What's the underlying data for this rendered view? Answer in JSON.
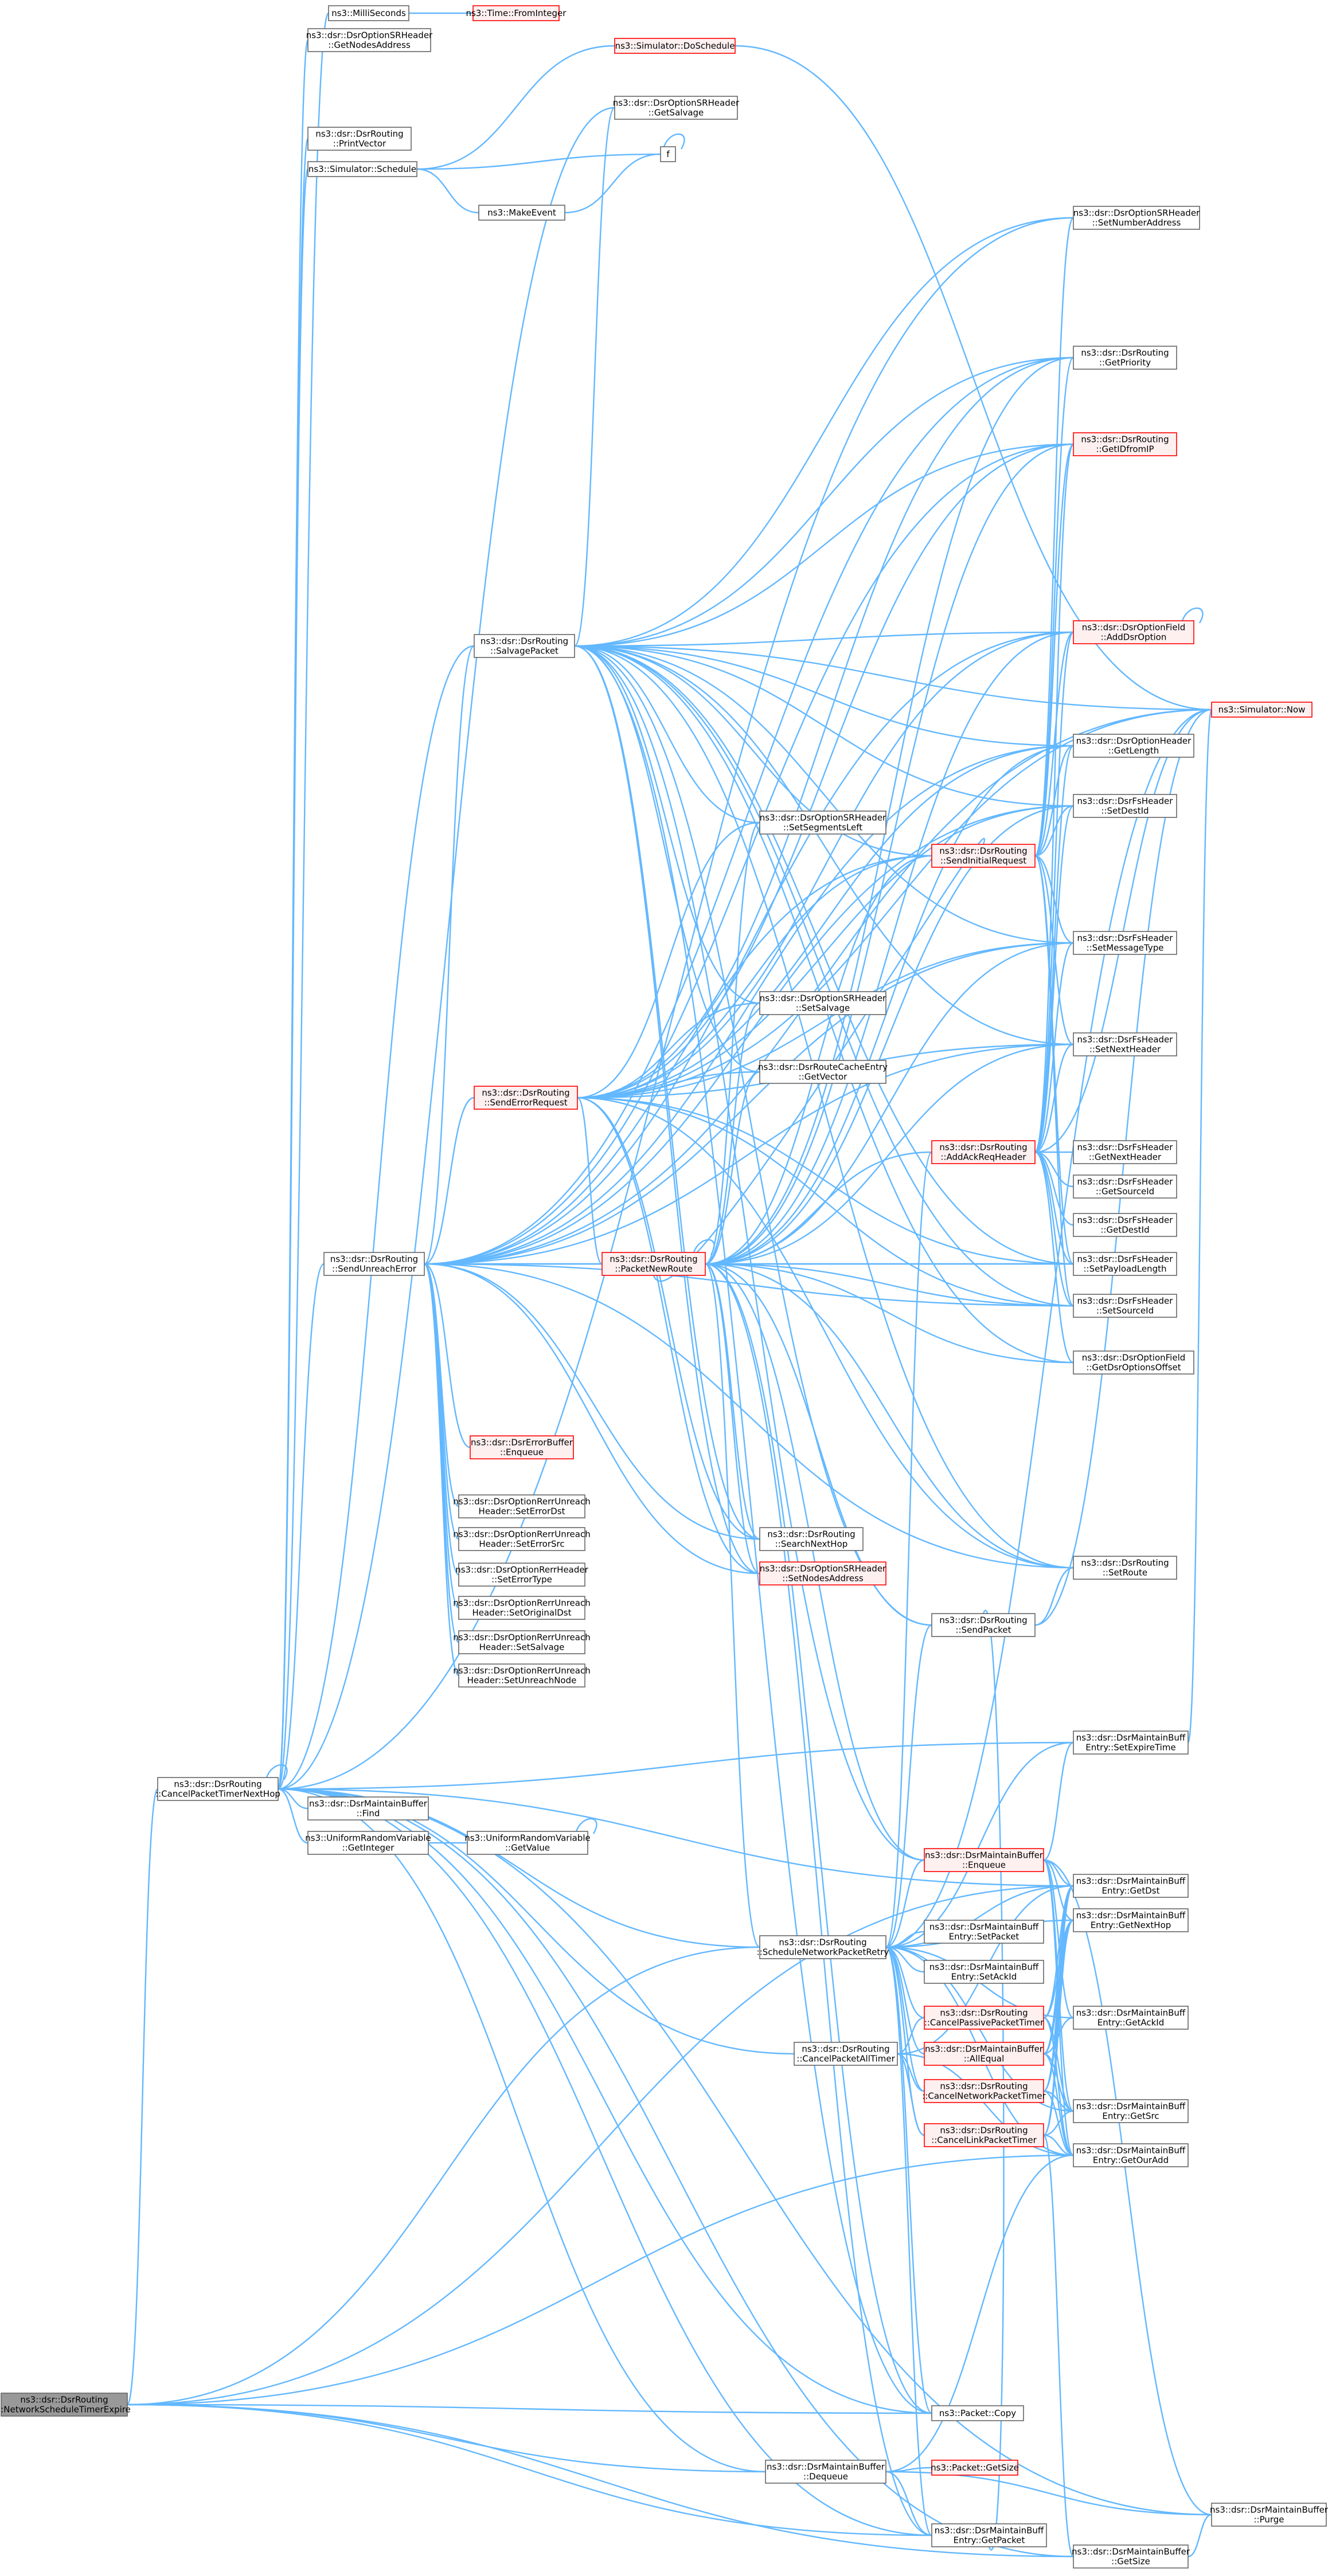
{
  "colors": {
    "edge": "#63B8FF",
    "node_border": "#666666",
    "node_red_border": "#ff0000",
    "node_red_fill": "#fff0f0",
    "focus_fill": "#999999"
  },
  "nodes": [
    {
      "id": "focus",
      "lines": [
        "ns3::dsr::DsrRouting",
        "::NetworkScheduleTimerExpire"
      ],
      "style": "focus"
    },
    {
      "id": "cancelNext",
      "lines": [
        "ns3::dsr::DsrRouting",
        "::CancelPacketTimerNextHop"
      ],
      "style": "default"
    },
    {
      "id": "milli",
      "lines": [
        "ns3::MilliSeconds"
      ],
      "style": "default"
    },
    {
      "id": "fromInt",
      "lines": [
        "ns3::Time::FromInteger"
      ],
      "style": "red"
    },
    {
      "id": "getNodesAddr",
      "lines": [
        "ns3::dsr::DsrOptionSRHeader",
        "::GetNodesAddress"
      ],
      "style": "default"
    },
    {
      "id": "doSchedule",
      "lines": [
        "ns3::Simulator::DoSchedule"
      ],
      "style": "red"
    },
    {
      "id": "getSalvage",
      "lines": [
        "ns3::dsr::DsrOptionSRHeader",
        "::GetSalvage"
      ],
      "style": "default"
    },
    {
      "id": "printVector",
      "lines": [
        "ns3::dsr::DsrRouting",
        "::PrintVector"
      ],
      "style": "default"
    },
    {
      "id": "schedule",
      "lines": [
        "ns3::Simulator::Schedule"
      ],
      "style": "default"
    },
    {
      "id": "f",
      "lines": [
        "f"
      ],
      "style": "default"
    },
    {
      "id": "makeEvent",
      "lines": [
        "ns3::MakeEvent"
      ],
      "style": "default"
    },
    {
      "id": "setNumAddr",
      "lines": [
        "ns3::dsr::DsrOptionSRHeader",
        "::SetNumberAddress"
      ],
      "style": "default"
    },
    {
      "id": "getPriority",
      "lines": [
        "ns3::dsr::DsrRouting",
        "::GetPriority"
      ],
      "style": "default"
    },
    {
      "id": "getIDfromIP",
      "lines": [
        "ns3::dsr::DsrRouting",
        "::GetIDfromIP"
      ],
      "style": "red"
    },
    {
      "id": "salvagePacket",
      "lines": [
        "ns3::dsr::DsrRouting",
        "::SalvagePacket"
      ],
      "style": "default"
    },
    {
      "id": "addDsrOption",
      "lines": [
        "ns3::dsr::DsrOptionField",
        "::AddDsrOption"
      ],
      "style": "red"
    },
    {
      "id": "now",
      "lines": [
        "ns3::Simulator::Now"
      ],
      "style": "red"
    },
    {
      "id": "getLength",
      "lines": [
        "ns3::dsr::DsrOptionHeader",
        "::GetLength"
      ],
      "style": "default"
    },
    {
      "id": "setDestId",
      "lines": [
        "ns3::dsr::DsrFsHeader",
        "::SetDestId"
      ],
      "style": "default"
    },
    {
      "id": "setSegLeft",
      "lines": [
        "ns3::dsr::DsrOptionSRHeader",
        "::SetSegmentsLeft"
      ],
      "style": "default"
    },
    {
      "id": "sendInitReq",
      "lines": [
        "ns3::dsr::DsrRouting",
        "::SendInitialRequest"
      ],
      "style": "red"
    },
    {
      "id": "setMsgType",
      "lines": [
        "ns3::dsr::DsrFsHeader",
        "::SetMessageType"
      ],
      "style": "default"
    },
    {
      "id": "setSalvage",
      "lines": [
        "ns3::dsr::DsrOptionSRHeader",
        "::SetSalvage"
      ],
      "style": "default"
    },
    {
      "id": "setNextHeader",
      "lines": [
        "ns3::dsr::DsrFsHeader",
        "::SetNextHeader"
      ],
      "style": "default"
    },
    {
      "id": "sendErrReq",
      "lines": [
        "ns3::dsr::DsrRouting",
        "::SendErrorRequest"
      ],
      "style": "red"
    },
    {
      "id": "getVector",
      "lines": [
        "ns3::dsr::DsrRouteCacheEntry",
        "::GetVector"
      ],
      "style": "default"
    },
    {
      "id": "addAckReq",
      "lines": [
        "ns3::dsr::DsrRouting",
        "::AddAckReqHeader"
      ],
      "style": "red"
    },
    {
      "id": "getNextHeader",
      "lines": [
        "ns3::dsr::DsrFsHeader",
        "::GetNextHeader"
      ],
      "style": "default"
    },
    {
      "id": "getSourceId",
      "lines": [
        "ns3::dsr::DsrFsHeader",
        "::GetSourceId"
      ],
      "style": "default"
    },
    {
      "id": "getDestId",
      "lines": [
        "ns3::dsr::DsrFsHeader",
        "::GetDestId"
      ],
      "style": "default"
    },
    {
      "id": "packetNewRoute",
      "lines": [
        "ns3::dsr::DsrRouting",
        "::PacketNewRoute"
      ],
      "style": "red"
    },
    {
      "id": "setPayload",
      "lines": [
        "ns3::dsr::DsrFsHeader",
        "::SetPayloadLength"
      ],
      "style": "default"
    },
    {
      "id": "sendUnreach",
      "lines": [
        "ns3::dsr::DsrRouting",
        "::SendUnreachError"
      ],
      "style": "default"
    },
    {
      "id": "setSourceId",
      "lines": [
        "ns3::dsr::DsrFsHeader",
        "::SetSourceId"
      ],
      "style": "default"
    },
    {
      "id": "getOptOffset",
      "lines": [
        "ns3::dsr::DsrOptionField",
        "::GetDsrOptionsOffset"
      ],
      "style": "default"
    },
    {
      "id": "errBufEnq",
      "lines": [
        "ns3::dsr::DsrErrorBuffer",
        "::Enqueue"
      ],
      "style": "red"
    },
    {
      "id": "setErrorDst",
      "lines": [
        "ns3::dsr::DsrOptionRerrUnreach",
        "Header::SetErrorDst"
      ],
      "style": "default"
    },
    {
      "id": "setErrorSrc",
      "lines": [
        "ns3::dsr::DsrOptionRerrUnreach",
        "Header::SetErrorSrc"
      ],
      "style": "default"
    },
    {
      "id": "searchNextHop",
      "lines": [
        "ns3::dsr::DsrRouting",
        "::SearchNextHop"
      ],
      "style": "default"
    },
    {
      "id": "setErrorType",
      "lines": [
        "ns3::dsr::DsrOptionRerrHeader",
        "::SetErrorType"
      ],
      "style": "default"
    },
    {
      "id": "setNodesAddr",
      "lines": [
        "ns3::dsr::DsrOptionSRHeader",
        "::SetNodesAddress"
      ],
      "style": "red"
    },
    {
      "id": "setRoute",
      "lines": [
        "ns3::dsr::DsrRouting",
        "::SetRoute"
      ],
      "style": "default"
    },
    {
      "id": "setOrigDst",
      "lines": [
        "ns3::dsr::DsrOptionRerrUnreach",
        "Header::SetOriginalDst"
      ],
      "style": "default"
    },
    {
      "id": "sendPacket",
      "lines": [
        "ns3::dsr::DsrRouting",
        "::SendPacket"
      ],
      "style": "default"
    },
    {
      "id": "rerrSetSalvage",
      "lines": [
        "ns3::dsr::DsrOptionRerrUnreach",
        "Header::SetSalvage"
      ],
      "style": "default"
    },
    {
      "id": "setUnreachNode",
      "lines": [
        "ns3::dsr::DsrOptionRerrUnreach",
        "Header::SetUnreachNode"
      ],
      "style": "default"
    },
    {
      "id": "setExpire",
      "lines": [
        "ns3::dsr::DsrMaintainBuff",
        "Entry::SetExpireTime"
      ],
      "style": "default"
    },
    {
      "id": "mbFind",
      "lines": [
        "ns3::dsr::DsrMaintainBuffer",
        "::Find"
      ],
      "style": "default"
    },
    {
      "id": "getInteger",
      "lines": [
        "ns3::UniformRandomVariable",
        "::GetInteger"
      ],
      "style": "default"
    },
    {
      "id": "getValue",
      "lines": [
        "ns3::UniformRandomVariable",
        "::GetValue"
      ],
      "style": "default"
    },
    {
      "id": "mbEnqueue",
      "lines": [
        "ns3::dsr::DsrMaintainBuffer",
        "::Enqueue"
      ],
      "style": "red"
    },
    {
      "id": "getDst",
      "lines": [
        "ns3::dsr::DsrMaintainBuff",
        "Entry::GetDst"
      ],
      "style": "default"
    },
    {
      "id": "getNextHop",
      "lines": [
        "ns3::dsr::DsrMaintainBuff",
        "Entry::GetNextHop"
      ],
      "style": "default"
    },
    {
      "id": "schedNetRetry",
      "lines": [
        "ns3::dsr::DsrRouting",
        "::ScheduleNetworkPacketRetry"
      ],
      "style": "default"
    },
    {
      "id": "setPacket",
      "lines": [
        "ns3::dsr::DsrMaintainBuff",
        "Entry::SetPacket"
      ],
      "style": "default"
    },
    {
      "id": "setAckId",
      "lines": [
        "ns3::dsr::DsrMaintainBuff",
        "Entry::SetAckId"
      ],
      "style": "default"
    },
    {
      "id": "cancelPassive",
      "lines": [
        "ns3::dsr::DsrRouting",
        "::CancelPassivePacketTimer"
      ],
      "style": "red"
    },
    {
      "id": "getAckId",
      "lines": [
        "ns3::dsr::DsrMaintainBuff",
        "Entry::GetAckId"
      ],
      "style": "default"
    },
    {
      "id": "cancelAll",
      "lines": [
        "ns3::dsr::DsrRouting",
        "::CancelPacketAllTimer"
      ],
      "style": "default"
    },
    {
      "id": "allEqual",
      "lines": [
        "ns3::dsr::DsrMaintainBuffer",
        "::AllEqual"
      ],
      "style": "red"
    },
    {
      "id": "cancelNetwork",
      "lines": [
        "ns3::dsr::DsrRouting",
        "::CancelNetworkPacketTimer"
      ],
      "style": "red"
    },
    {
      "id": "getSrc",
      "lines": [
        "ns3::dsr::DsrMaintainBuff",
        "Entry::GetSrc"
      ],
      "style": "default"
    },
    {
      "id": "cancelLink",
      "lines": [
        "ns3::dsr::DsrRouting",
        "::CancelLinkPacketTimer"
      ],
      "style": "red"
    },
    {
      "id": "getOurAdd",
      "lines": [
        "ns3::dsr::DsrMaintainBuff",
        "Entry::GetOurAdd"
      ],
      "style": "default"
    },
    {
      "id": "copy",
      "lines": [
        "ns3::Packet::Copy"
      ],
      "style": "default"
    },
    {
      "id": "mbDequeue",
      "lines": [
        "ns3::dsr::DsrMaintainBuffer",
        "::Dequeue"
      ],
      "style": "default"
    },
    {
      "id": "pktGetSize",
      "lines": [
        "ns3::Packet::GetSize"
      ],
      "style": "red"
    },
    {
      "id": "purge",
      "lines": [
        "ns3::dsr::DsrMaintainBuffer",
        "::Purge"
      ],
      "style": "default"
    },
    {
      "id": "getPacket",
      "lines": [
        "ns3::dsr::DsrMaintainBuff",
        "Entry::GetPacket"
      ],
      "style": "default"
    },
    {
      "id": "mbGetSize",
      "lines": [
        "ns3::dsr::DsrMaintainBuffer",
        "::GetSize"
      ],
      "style": "default"
    }
  ]
}
